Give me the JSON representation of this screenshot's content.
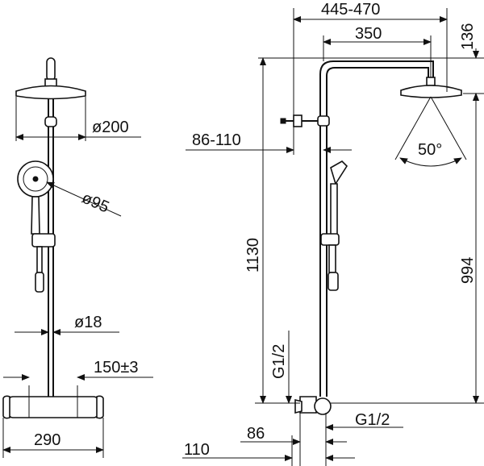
{
  "dimensions": {
    "head_diameter": "ø200",
    "hand_shower_diameter": "ø95",
    "rail_diameter": "ø18",
    "spacing": "150±3",
    "mixer_width": "290",
    "arm_reach": "445-470",
    "arm_length": "350",
    "top_height": "136",
    "clamp_distance": "86-110",
    "total_height": "1130",
    "spray_angle": "50°",
    "head_height": "994",
    "inlet_thread_vertical": "G1/2",
    "inlet_thread_horizontal": "G1/2",
    "offset_86": "86",
    "offset_110": "110"
  }
}
